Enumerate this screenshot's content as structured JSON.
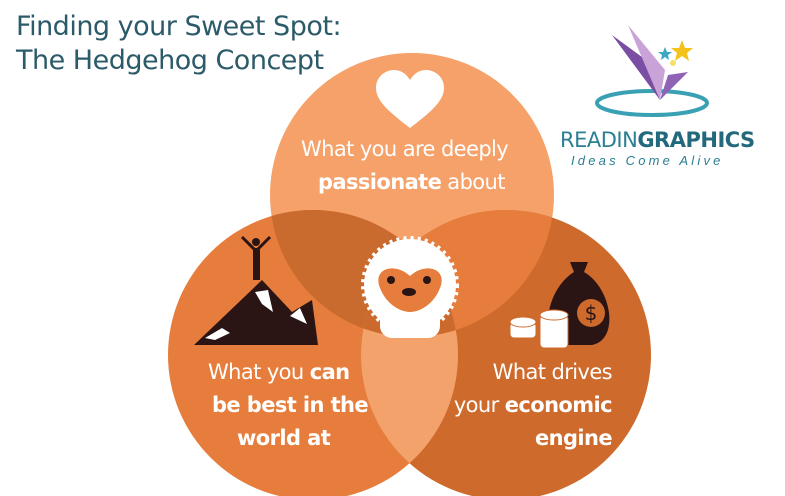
{
  "title": {
    "line1": "Finding your Sweet Spot:",
    "line2": "The Hedgehog Concept"
  },
  "logo": {
    "brand_light": "READIN",
    "brand_bold": "GRAPHICS",
    "tagline": "Ideas Come Alive"
  },
  "circles": {
    "passion": {
      "pre": "What you are deeply",
      "bold": "passionate",
      "post": " about"
    },
    "best": {
      "pre": "What you ",
      "bold1": "can",
      "bold2": "be best in the",
      "bold3": "world at"
    },
    "economic": {
      "line1": "What drives",
      "pre2": "your ",
      "bold2": "economic",
      "bold3": "engine"
    },
    "dollar": "$"
  },
  "colors": {
    "title": "#2b5a68",
    "top": "#f5a169",
    "left": "#e67d3c",
    "right": "#cd6a2c"
  }
}
